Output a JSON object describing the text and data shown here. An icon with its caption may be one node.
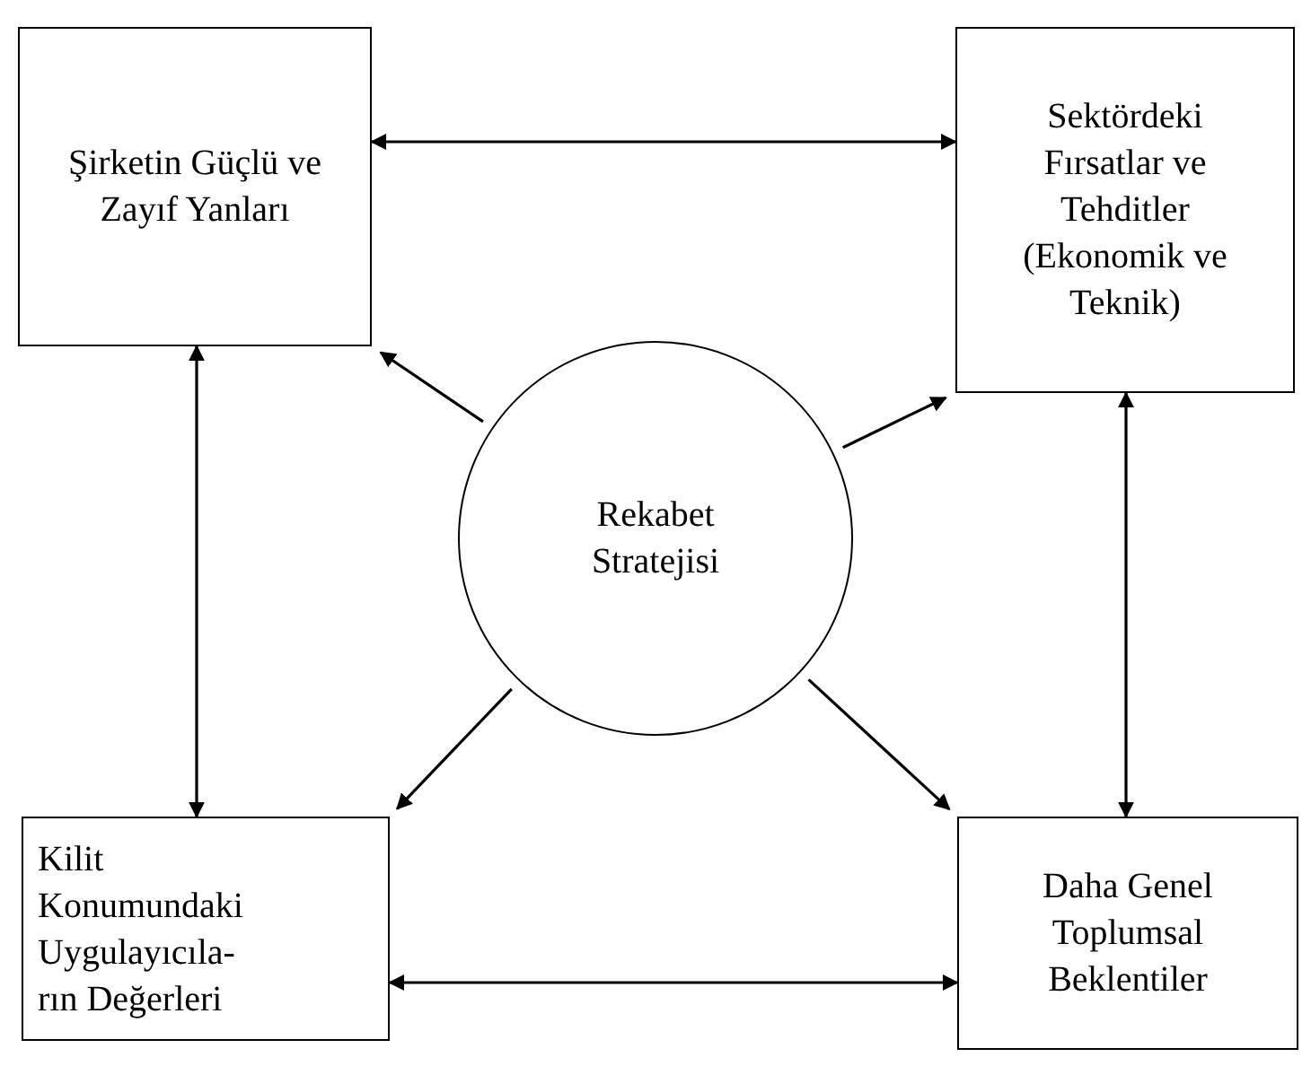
{
  "diagram": {
    "nodes": [
      {
        "text": [
          "Şirketin Güçlü ve Zayıf Yanları"
        ]
      },
      {
        "text": [
          "Sektördeki Fırsatlar ve Tehditler (Ekonomik ve Teknik)"
        ]
      },
      {
        "text": [
          "Rekabet Stratejisi"
        ]
      },
      {
        "text": [
          "Kilit Konumundaki Uygulayıcıla-rın Değerleri"
        ]
      },
      {
        "text": [
          "Daha Genel Toplumsal Beklentiler"
        ]
      }
    ],
    "edges": [
      {
        "from": 0,
        "to": 1,
        "arrow": "both"
      },
      {
        "from": 0,
        "to": 3,
        "arrow": "both"
      },
      {
        "from": 1,
        "to": 4,
        "arrow": "both"
      },
      {
        "from": 3,
        "to": 4,
        "arrow": "both"
      },
      {
        "from": 2,
        "to": 0,
        "arrow": "to"
      },
      {
        "from": 2,
        "to": 1,
        "arrow": "to"
      },
      {
        "from": 2,
        "to": 3,
        "arrow": "to"
      },
      {
        "from": 2,
        "to": 4,
        "arrow": "to"
      }
    ]
  }
}
